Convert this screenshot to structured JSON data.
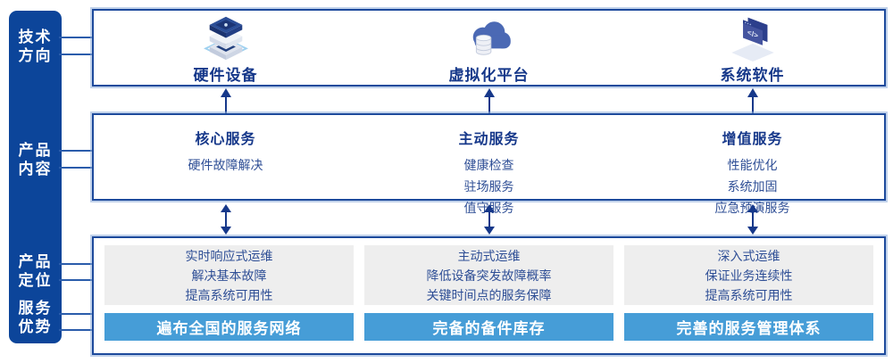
{
  "sidebar": {
    "items": [
      {
        "line1": "技术",
        "line2": "方向"
      },
      {
        "line1": "产品",
        "line2": "内容"
      },
      {
        "line1": "产品",
        "line2": "定位"
      },
      {
        "line1": "服务",
        "line2": "优势"
      }
    ]
  },
  "tech_row": {
    "items": [
      {
        "icon": "hardware-stack-icon",
        "label": "硬件设备"
      },
      {
        "icon": "cloud-database-icon",
        "label": "虚拟化平台"
      },
      {
        "icon": "code-window-icon",
        "label": "系统软件"
      }
    ]
  },
  "content_row": {
    "columns": [
      {
        "heading": "核心服务",
        "items": [
          "硬件故障解决"
        ]
      },
      {
        "heading": "主动服务",
        "items": [
          "健康检查",
          "驻场服务",
          "值守服务"
        ]
      },
      {
        "heading": "增值服务",
        "items": [
          "性能优化",
          "系统加固",
          "应急预演服务"
        ]
      }
    ]
  },
  "positioning_row": {
    "columns": [
      {
        "lines": [
          "实时响应式运维",
          "解决基本故障",
          "提高系统可用性"
        ],
        "banner": "遍布全国的服务网络"
      },
      {
        "lines": [
          "主动式运维",
          "降低设备突发故障概率",
          "关键时间点的服务保障"
        ],
        "banner": "完备的备件库存"
      },
      {
        "lines": [
          "深入式运维",
          "保证业务连续性",
          "提高系统可用性"
        ],
        "banner": "完善的服务管理体系"
      }
    ]
  },
  "icons": {
    "code_glyph": "</>"
  },
  "colors": {
    "sidebar_blue": "#0c459a",
    "navy_text": "#16388a",
    "item_navy": "#2f4f96",
    "banner_blue": "#469dd7",
    "panel_gray": "#eeeeee",
    "border_blue": "#1d4a9c",
    "border_glow": "#8cacd8",
    "accent_light_blue": "#9ed1f0"
  }
}
